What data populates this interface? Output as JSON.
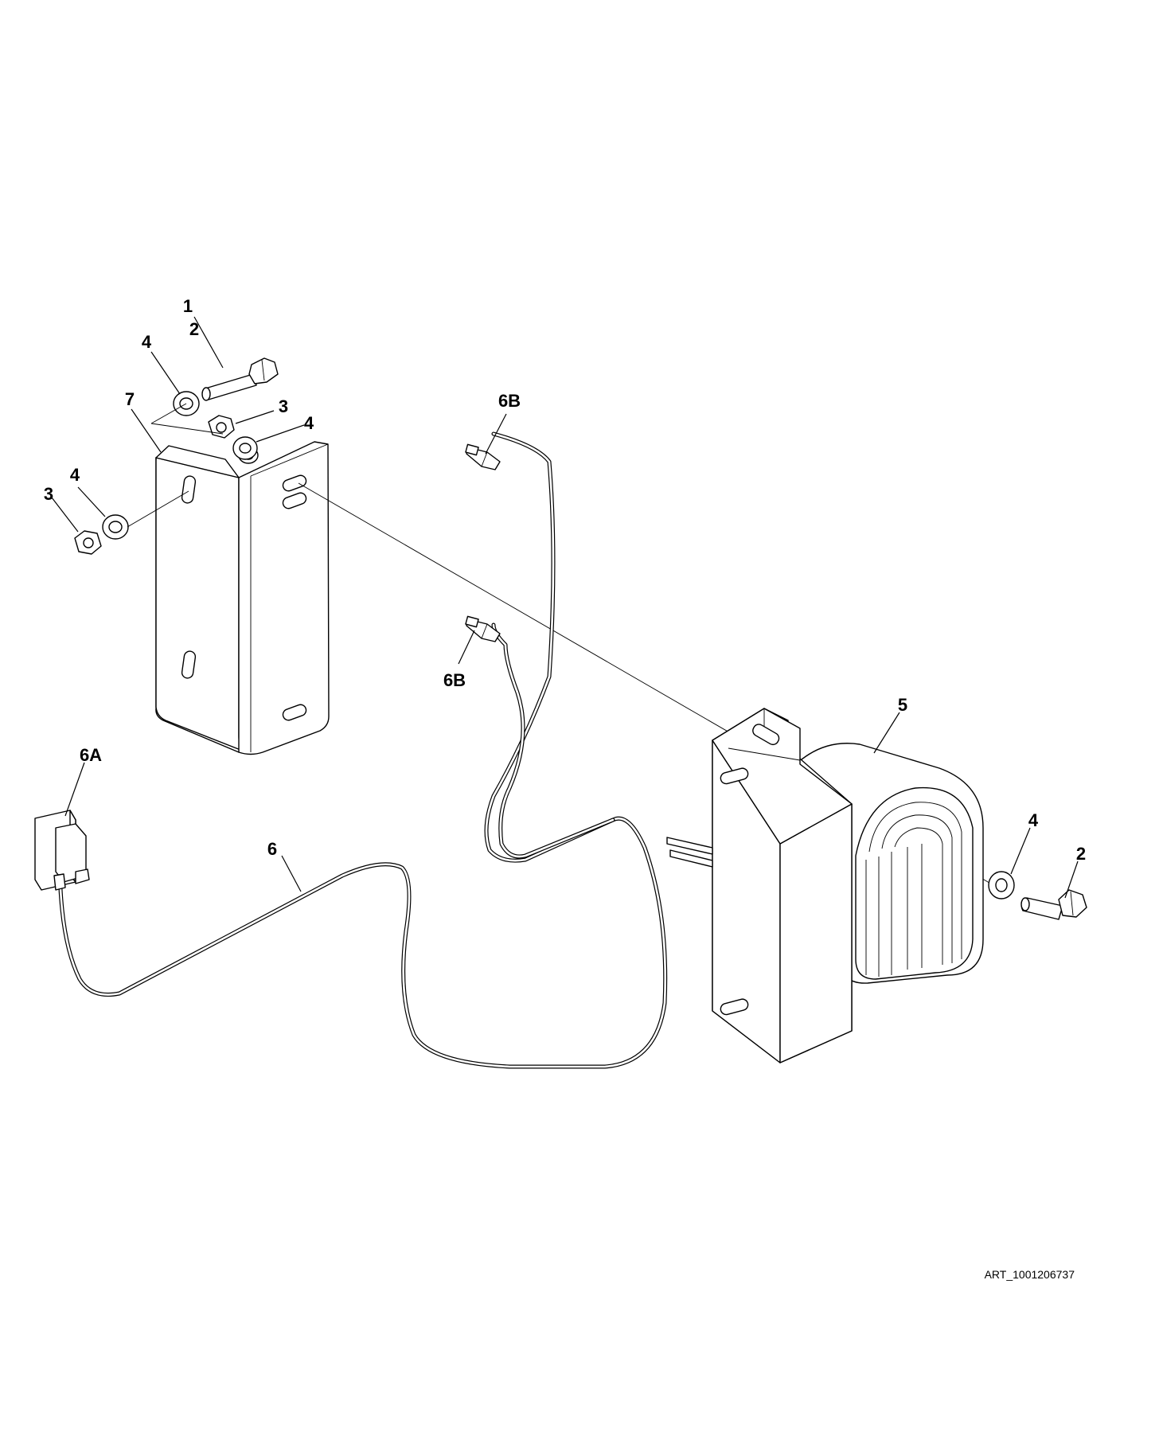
{
  "callouts": {
    "c1": "1",
    "c2_top": "2",
    "c4_top_left": "4",
    "c7": "7",
    "c3_mid": "3",
    "c4_mid": "4",
    "c4_left": "4",
    "c3_left": "3",
    "c6b_top": "6B",
    "c6b_bottom": "6B",
    "c5": "5",
    "c6a": "6A",
    "c6": "6",
    "c4_right": "4",
    "c2_right": "2"
  },
  "art_number": "ART_1001206737"
}
